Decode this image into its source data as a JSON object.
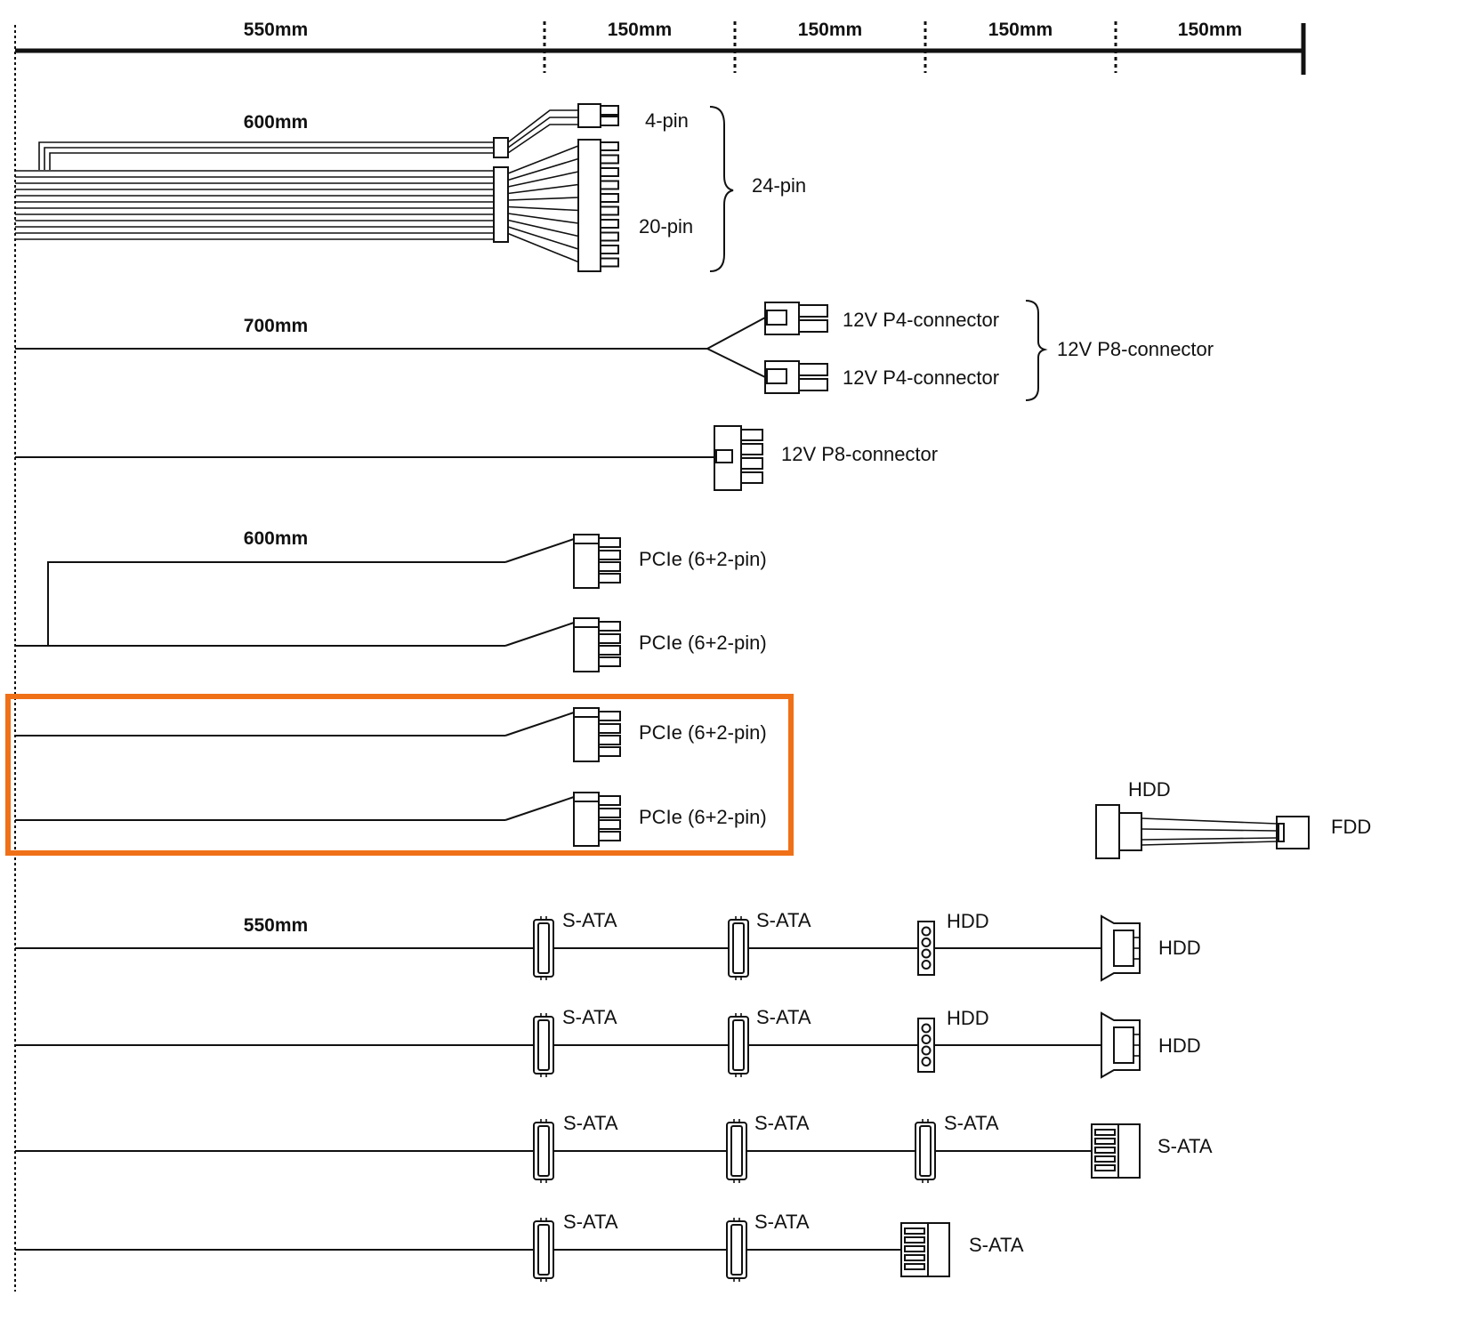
{
  "ruler": {
    "segments": [
      "550mm",
      "150mm",
      "150mm",
      "150mm",
      "150mm"
    ]
  },
  "cables": {
    "atx": {
      "length": "600mm",
      "conn_4pin": "4-pin",
      "conn_20pin": "20-pin",
      "group": "24-pin"
    },
    "eps_split": {
      "length": "700mm",
      "conn_a": "12V P4-connector",
      "conn_b": "12V P4-connector",
      "group": "12V P8-connector"
    },
    "eps": {
      "conn": "12V P8-connector"
    },
    "pcie_pair1": {
      "length": "600mm",
      "conn_a": "PCIe (6+2-pin)",
      "conn_b": "PCIe (6+2-pin)"
    },
    "pcie_pair2": {
      "conn_a": "PCIe (6+2-pin)",
      "conn_b": "PCIe (6+2-pin)"
    },
    "fdd_adapter": {
      "from": "HDD",
      "to": "FDD"
    },
    "peripheral1": {
      "length": "550mm",
      "c1": "S-ATA",
      "c2": "S-ATA",
      "c3": "HDD",
      "c4": "HDD"
    },
    "peripheral2": {
      "c1": "S-ATA",
      "c2": "S-ATA",
      "c3": "HDD",
      "c4": "HDD"
    },
    "sata1": {
      "c1": "S-ATA",
      "c2": "S-ATA",
      "c3": "S-ATA",
      "c4": "S-ATA"
    },
    "sata2": {
      "c1": "S-ATA",
      "c2": "S-ATA",
      "c3": "S-ATA"
    }
  },
  "colors": {
    "line": "#111111",
    "highlight": "#f07018"
  }
}
